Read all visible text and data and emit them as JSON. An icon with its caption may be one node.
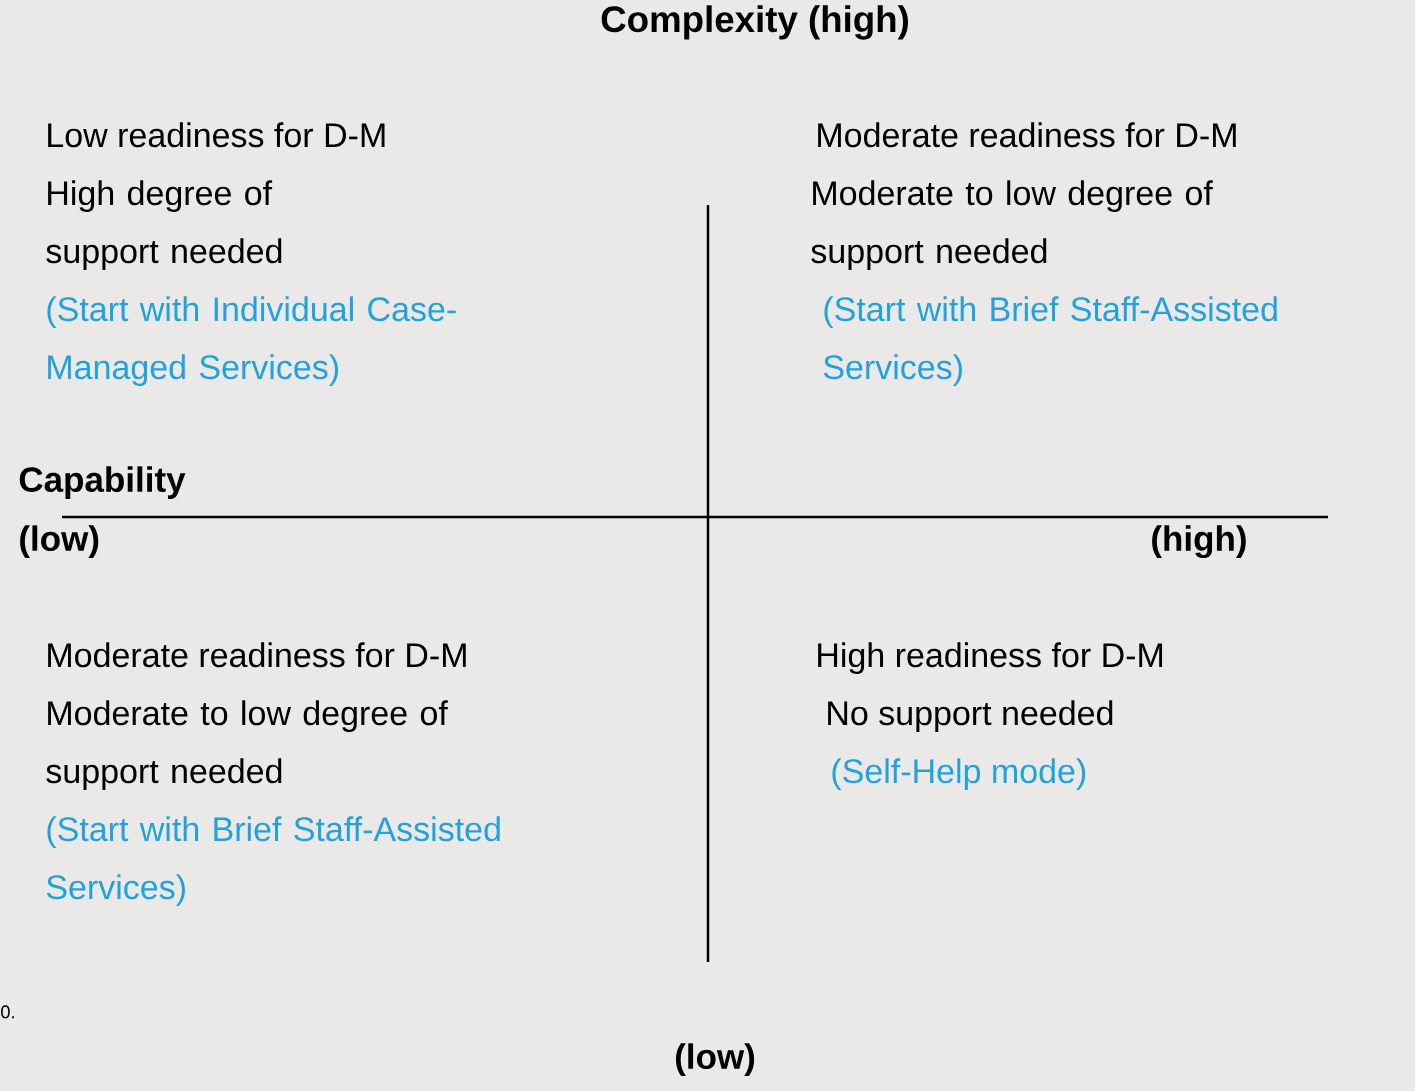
{
  "diagram": {
    "title": "Complexity (high)",
    "labels": [
      "Low readiness for D-M",
      "High degree of support needed",
      "(Start with Individual Case-Managed Services)",
      "Moderate readiness for D-M",
      "Moderate to low degree of support needed",
      "(Start with Brief Staff-Assisted Services)",
      "Capability",
      "(low)",
      "(high)",
      "Moderate readiness for D-M",
      "Moderate to low degree of support needed",
      "(Start with Brief Staff-Assisted Services)",
      "High readiness for D-M",
      "No support needed",
      "(Self-Help mode)",
      "0.",
      "(low)"
    ]
  }
}
